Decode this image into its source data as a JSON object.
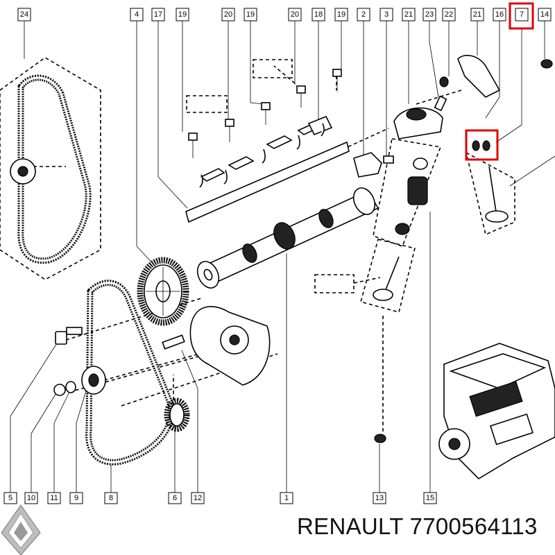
{
  "callouts_top": [
    "24",
    "4",
    "17",
    "19",
    "20",
    "19",
    "20",
    "18",
    "19",
    "2",
    "3",
    "21",
    "23",
    "22",
    "21",
    "16",
    "7",
    "14"
  ],
  "callouts_bottom": [
    "5",
    "10",
    "11",
    "9",
    "8",
    "6",
    "12",
    "1",
    "13",
    "15"
  ],
  "highlighted_callout": "7",
  "brand_text": "RENAULT 7700564113",
  "colors": {
    "highlight": "#e00000",
    "ink": "#000000",
    "background": "#ffffff"
  },
  "icons": [
    "renault-logo-icon"
  ]
}
